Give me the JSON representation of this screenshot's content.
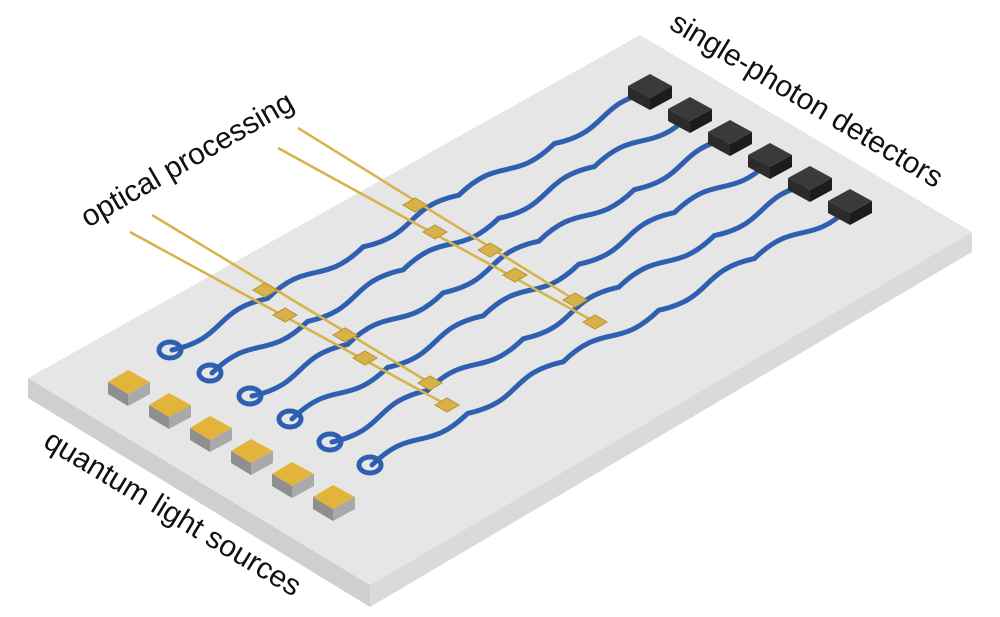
{
  "labels": {
    "optical_processing": "optical processing",
    "detectors": "single-photon detectors",
    "sources": "quantum light sources"
  },
  "colors": {
    "chip_top": "#e6e6e6",
    "chip_side_left": "#cfcfcf",
    "chip_side_front": "#d9d9d9",
    "waveguide": "#2f5fb0",
    "electrode": "#d7b24a",
    "detector": "#2b2b2b",
    "source_pad": "#e2b43a"
  },
  "channel_count": 6
}
